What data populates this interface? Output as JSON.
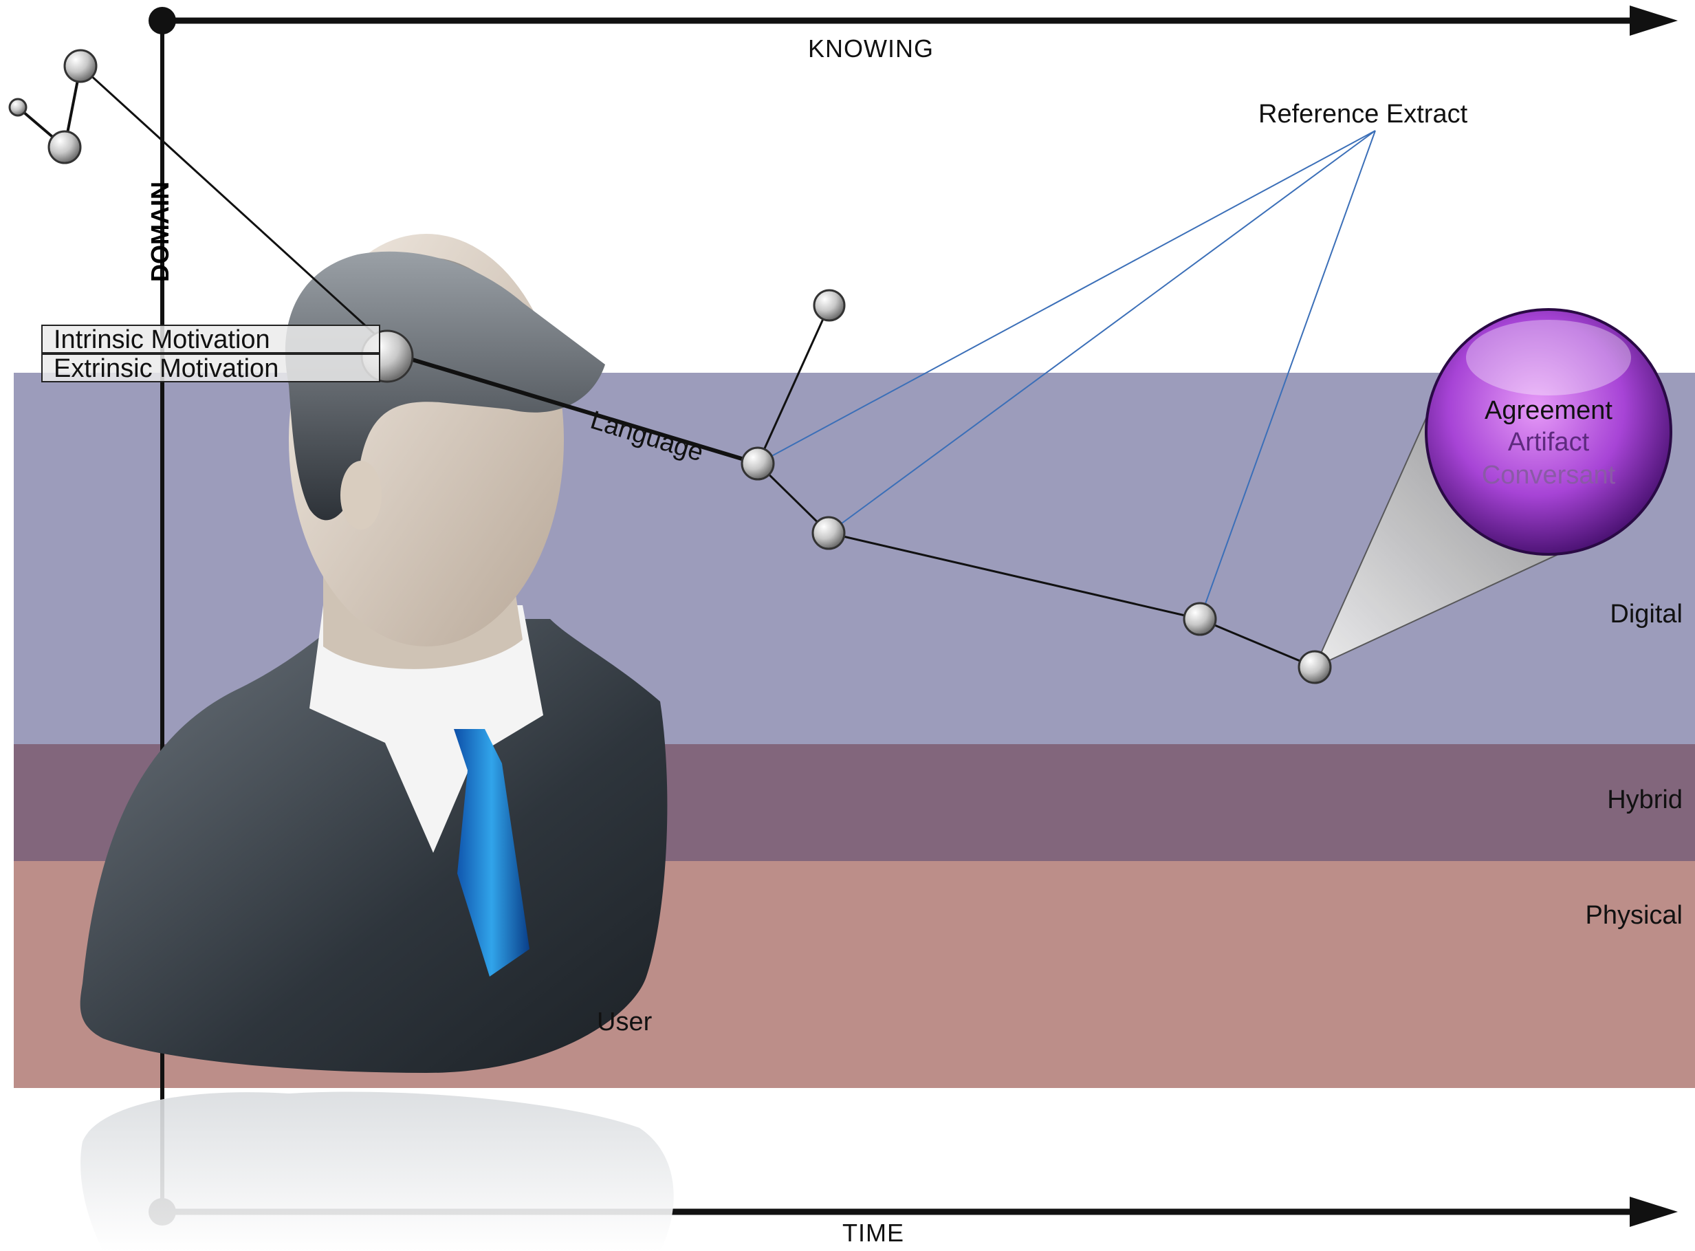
{
  "axes": {
    "top_label": "KNOWING",
    "bottom_label": "TIME",
    "vertical_label": "DOMAIN"
  },
  "bands": [
    {
      "label": "Digital",
      "color": "#9c9cbb"
    },
    {
      "label": "Hybrid",
      "color": "#82667c"
    },
    {
      "label": "Physical",
      "color": "#bc8e89"
    }
  ],
  "motivations": [
    "Intrinsic Motivation",
    "Extrinsic Motivation"
  ],
  "labels": {
    "language": "Language",
    "reference": "Reference Extract",
    "user": "User"
  },
  "bubble": {
    "lines": [
      "Agreement",
      "Artifact",
      "Conversant"
    ],
    "color": "#8a2fc0"
  },
  "icons": {
    "figure": "user-avatar-icon"
  }
}
